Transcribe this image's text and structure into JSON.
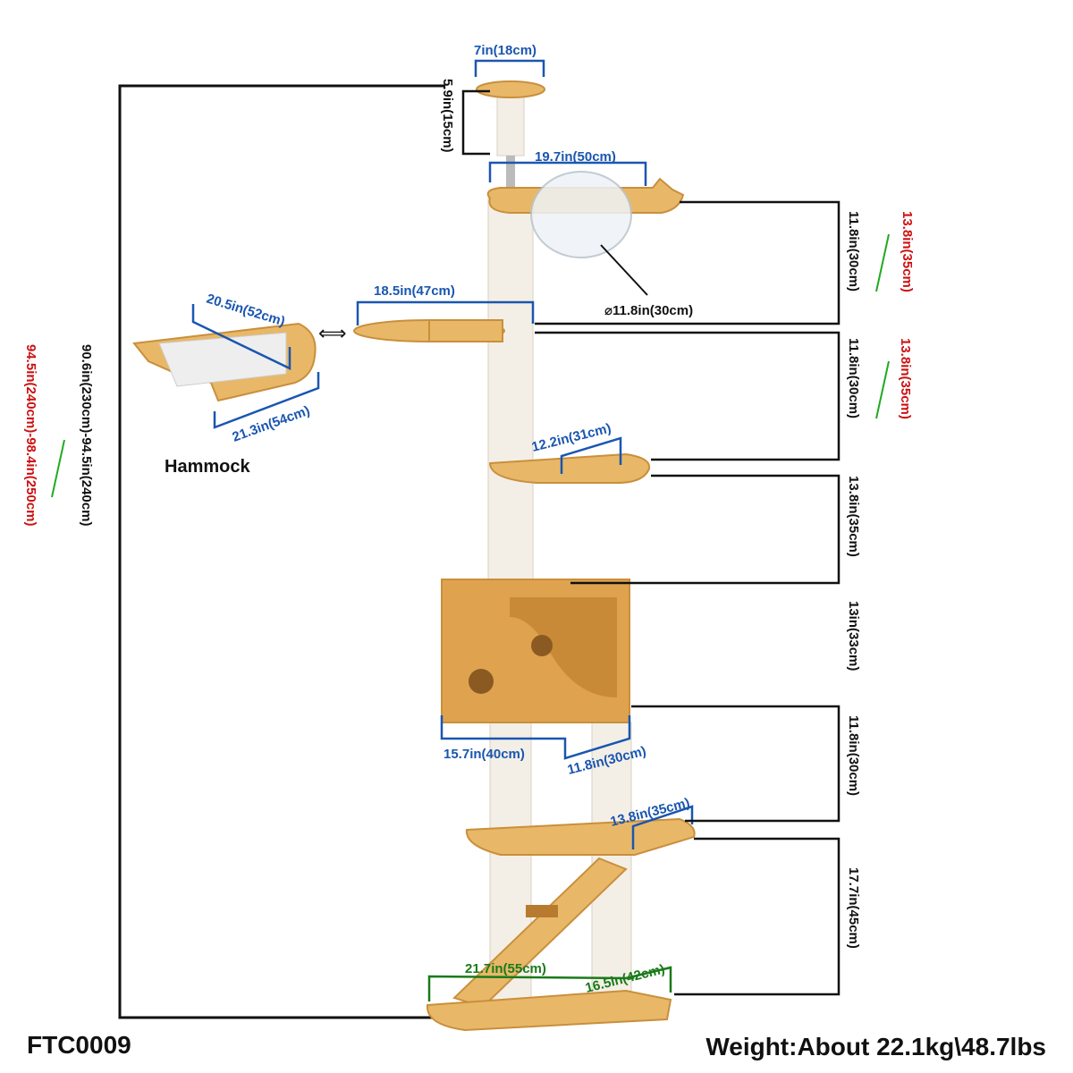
{
  "model": "FTC0009",
  "weight": "Weight:About 22.1kg\\48.7lbs",
  "hammock_title": "Hammock",
  "colors": {
    "wood": "#e8b868",
    "wood_dark": "#c98f3c",
    "post": "#f4efe6",
    "blue": "#1a56b0",
    "red": "#cc1111",
    "green": "#1a7a1a",
    "line": "#111111"
  },
  "dimensions": {
    "top_perch_width": "7in(18cm)",
    "top_post_height": "5.9in(15cm)",
    "capsule_platform_width": "19.7in(50cm)",
    "capsule_diameter": "⌀11.8in(30cm)",
    "platform2_width": "18.5in(47cm)",
    "platform3_width": "12.2in(31cm)",
    "condo_width": "15.7in(40cm)",
    "condo_depth": "11.8in(30cm)",
    "platform5_width": "13.8in(35cm)",
    "base_width": "21.7in(55cm)",
    "base_depth": "16.5in(42cm)",
    "hammock_depth": "20.5in(52cm)",
    "hammock_width": "21.3in(54cm)",
    "total_height": "90.6in(230cm)-94.5in(240cm)",
    "total_height_alt": "94.5in(240cm)-98.4in(250cm)"
  },
  "spacings": [
    {
      "value": "11.8in(30cm)",
      "alt": "13.8in(35cm)"
    },
    {
      "value": "11.8in(30cm)",
      "alt": "13.8in(35cm)"
    },
    {
      "value": "13.8in(35cm)"
    },
    {
      "value": "13in(33cm)"
    },
    {
      "value": "11.8in(30cm)"
    },
    {
      "value": "17.7in(45cm)"
    }
  ]
}
